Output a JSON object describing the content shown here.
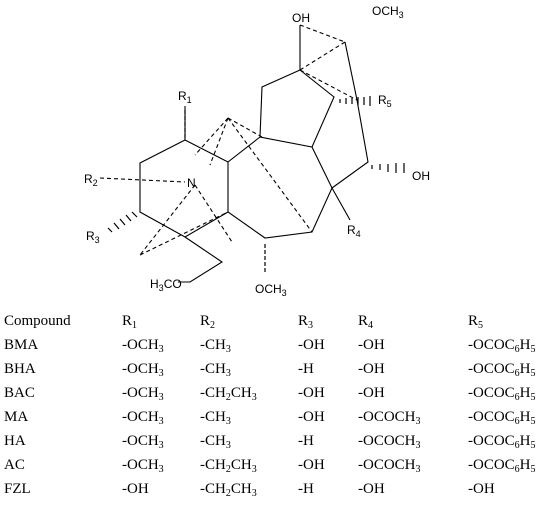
{
  "structure": {
    "labels": {
      "oh_top": "OH",
      "och3_top": [
        "OCH",
        "3"
      ],
      "r1": [
        "R",
        "1"
      ],
      "r5": [
        "R",
        "5"
      ],
      "r2": [
        "R",
        "2"
      ],
      "n": "N",
      "oh_right": "OH",
      "r3": [
        "R",
        "3"
      ],
      "r4": [
        "R",
        "4"
      ],
      "h3co": [
        "H",
        "3",
        "CO"
      ],
      "och3_bottom": [
        "OCH",
        "3"
      ]
    }
  },
  "table": {
    "headers": [
      "Compound",
      "R1",
      "R2",
      "R3",
      "R4",
      "R5"
    ],
    "rows": [
      [
        "BMA",
        "-OCH3",
        "-CH3",
        "-OH",
        "-OH",
        "-OCOC6H5"
      ],
      [
        "BHA",
        "-OCH3",
        "-CH3",
        "-H",
        "-OH",
        "-OCOC6H5"
      ],
      [
        "BAC",
        "-OCH3",
        "-CH2CH3",
        "-OH",
        "-OH",
        "-OCOC6H5"
      ],
      [
        "MA",
        "-OCH3",
        "-CH3",
        "-OH",
        "-OCOCH3",
        "-OCOC6H5"
      ],
      [
        "HA",
        "-OCH3",
        "-CH3",
        "-H",
        "-OCOCH3",
        "-OCOC6H5"
      ],
      [
        "AC",
        "-OCH3",
        "-CH2CH3",
        "-OH",
        "-OCOCH3",
        "-OCOC6H5"
      ],
      [
        "FZL",
        "-OH",
        "-CH2CH3",
        "-H",
        "-OH",
        "-OH"
      ]
    ]
  }
}
